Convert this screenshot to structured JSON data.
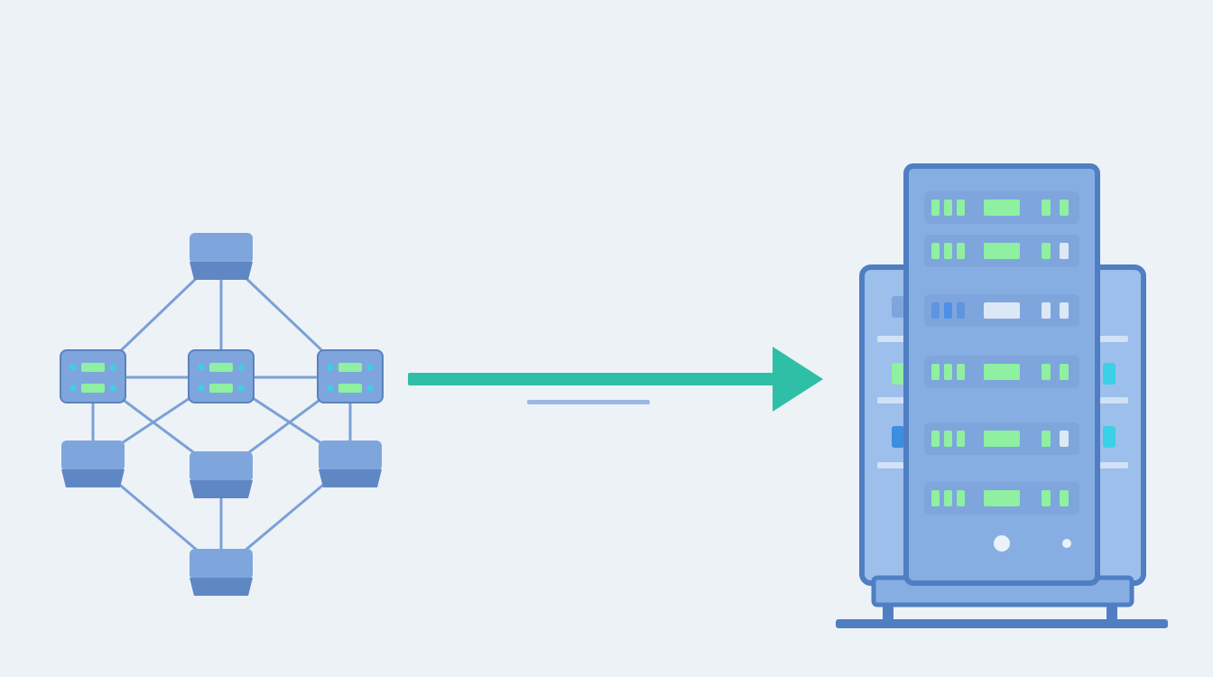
{
  "colors": {
    "background": "#edf2f7",
    "node_fill": "#7fa6dc",
    "node_base": "#5f87c4",
    "node_stroke": "#5b82bf",
    "edge": "#7aa1d6",
    "led_green": "#8ef0a0",
    "led_cyan": "#3ad0e6",
    "arrow": "#2fbfa6",
    "underline": "#9ab8e2",
    "rack_frame": "#4f7fc2",
    "rack_fill": "#86aee3",
    "rack_body": "#9cbfeb",
    "slot_fill": "#7ea6dc",
    "slot_green": "#8ef0a0",
    "slot_light": "#dde8f7"
  },
  "diagram": {
    "direction": "left-to-right",
    "source": {
      "icon": "distributed-server-network-icon",
      "nodes": [
        {
          "id": "top",
          "kind": "device",
          "leds": 0
        },
        {
          "id": "mid-left",
          "kind": "server",
          "leds": 2
        },
        {
          "id": "mid-center",
          "kind": "server",
          "leds": 2
        },
        {
          "id": "mid-right",
          "kind": "server",
          "leds": 2
        },
        {
          "id": "low-left",
          "kind": "device",
          "leds": 0
        },
        {
          "id": "low-center",
          "kind": "device",
          "leds": 0
        },
        {
          "id": "low-right",
          "kind": "device",
          "leds": 0
        },
        {
          "id": "bottom",
          "kind": "device",
          "leds": 0
        }
      ],
      "edges": [
        [
          "top",
          "mid-left"
        ],
        [
          "top",
          "mid-center"
        ],
        [
          "top",
          "mid-right"
        ],
        [
          "mid-left",
          "mid-center"
        ],
        [
          "mid-center",
          "mid-right"
        ],
        [
          "mid-left",
          "low-center"
        ],
        [
          "mid-right",
          "low-center"
        ],
        [
          "mid-center",
          "low-left"
        ],
        [
          "mid-center",
          "low-right"
        ],
        [
          "mid-left",
          "low-left"
        ],
        [
          "mid-right",
          "low-right"
        ],
        [
          "low-left",
          "bottom"
        ],
        [
          "low-center",
          "bottom"
        ],
        [
          "low-right",
          "bottom"
        ]
      ]
    },
    "connector": {
      "icon": "arrow-right-icon",
      "has_underline": true
    },
    "target": {
      "icon": "server-rack-icon",
      "front_slots": 6,
      "back_slots": 6
    }
  }
}
